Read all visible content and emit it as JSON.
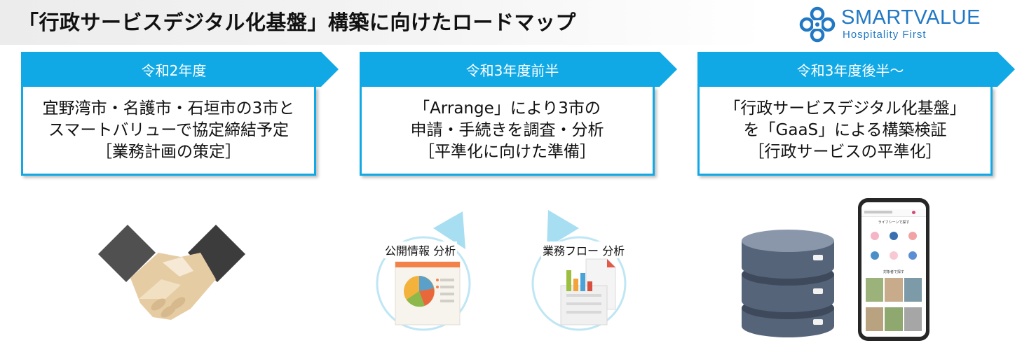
{
  "title": "「行政サービスデジタル化基盤」構築に向けたロードマップ",
  "logo": {
    "name": "SMARTVALUE",
    "tagline": "Hospitality First",
    "color": "#2178c4"
  },
  "accent_color": "#10a9e6",
  "phases": [
    {
      "label": "令和2年度",
      "lines": [
        "宜野湾市・名護市・石垣市の3市と",
        "スマートバリューで協定締結予定",
        "［業務計画の策定］"
      ]
    },
    {
      "label": "令和3年度前半",
      "lines": [
        "「Arrange」により3市の",
        "申請・手続きを調査・分析",
        "［平準化に向けた準備］"
      ]
    },
    {
      "label": "令和3年度後半～",
      "lines": [
        "「行政サービスデジタル化基盤」",
        "を「GaaS」による構築検証",
        "［行政サービスの平準化］"
      ]
    }
  ],
  "illustrations": {
    "handshake": "handshake-icon",
    "cycle_labels": [
      "公開情報 分析",
      "業務フロー 分析"
    ],
    "database": "database-icon",
    "smartphone": {
      "header": "ライフシーンで探す",
      "section": "対象者で探す"
    }
  }
}
